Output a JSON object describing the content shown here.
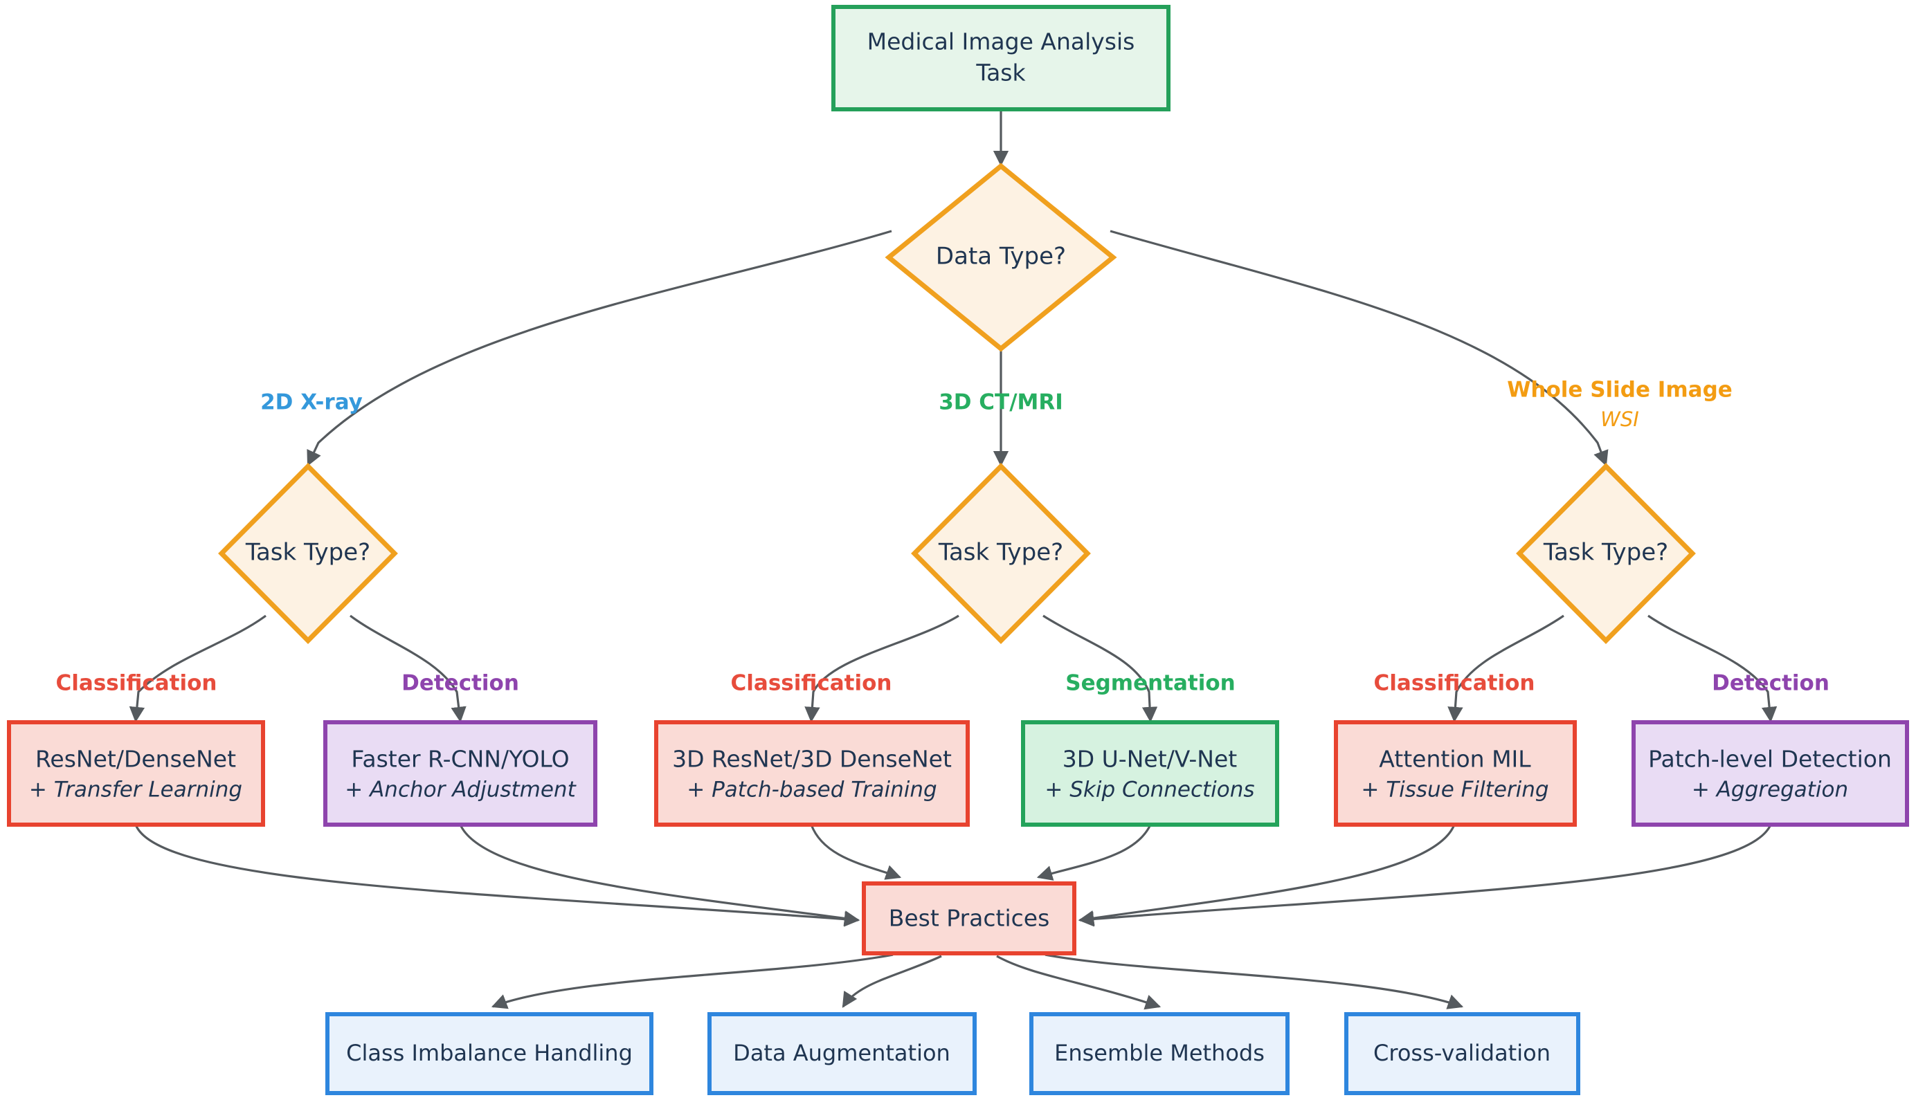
{
  "diagram": {
    "type": "flowchart",
    "title": "Medical Image Analysis Task decision tree",
    "palette": {
      "root_border": "#25a05a",
      "root_fill": "#e6f5ea",
      "decision_border": "#f0a01e",
      "decision_fill": "#fdf2e3",
      "red_border": "#e8432f",
      "red_fill": "#fadbd6",
      "purple_border": "#8e44ad",
      "purple_fill": "#e9dcf4",
      "green_border": "#24a35b",
      "green_fill": "#d6f2e0",
      "blue_border": "#2e86de",
      "blue_fill": "#e9f2fc",
      "edge": "#555a5e",
      "text": "#1f3551",
      "label_blue": "#3498db",
      "label_green": "#27ae60",
      "label_orange": "#f39c12",
      "label_red": "#e74c3c",
      "label_purple": "#8e44ad"
    },
    "nodes": {
      "root": {
        "line1": "Medical Image Analysis",
        "line2": "Task"
      },
      "data_type": {
        "label": "Data Type?"
      },
      "task_type_xray": {
        "label": "Task Type?"
      },
      "task_type_ct": {
        "label": "Task Type?"
      },
      "task_type_wsi": {
        "label": "Task Type?"
      },
      "leaves": [
        {
          "title": "ResNet/DenseNet",
          "sub": "+ Transfer Learning",
          "style": "red"
        },
        {
          "title": "Faster R-CNN/YOLO",
          "sub": "+ Anchor Adjustment",
          "style": "purple"
        },
        {
          "title": "3D ResNet/3D DenseNet",
          "sub": "+ Patch-based Training",
          "style": "red"
        },
        {
          "title": "3D U-Net/V-Net",
          "sub": "+ Skip Connections",
          "style": "green"
        },
        {
          "title": "Attention MIL",
          "sub": "+ Tissue Filtering",
          "style": "red"
        },
        {
          "title": "Patch-level Detection",
          "sub": "+ Aggregation",
          "style": "purple"
        }
      ],
      "best_practices": {
        "label": "Best Practices"
      },
      "practices": [
        {
          "label": "Class Imbalance Handling"
        },
        {
          "label": "Data Augmentation"
        },
        {
          "label": "Ensemble Methods"
        },
        {
          "label": "Cross-validation"
        }
      ]
    },
    "edge_labels": {
      "xray": "2D X-ray",
      "ct_mri": "3D CT/MRI",
      "wsi_line1": "Whole Slide Image",
      "wsi_line2": "WSI",
      "classification": "Classification",
      "detection": "Detection",
      "segmentation": "Segmentation"
    }
  }
}
